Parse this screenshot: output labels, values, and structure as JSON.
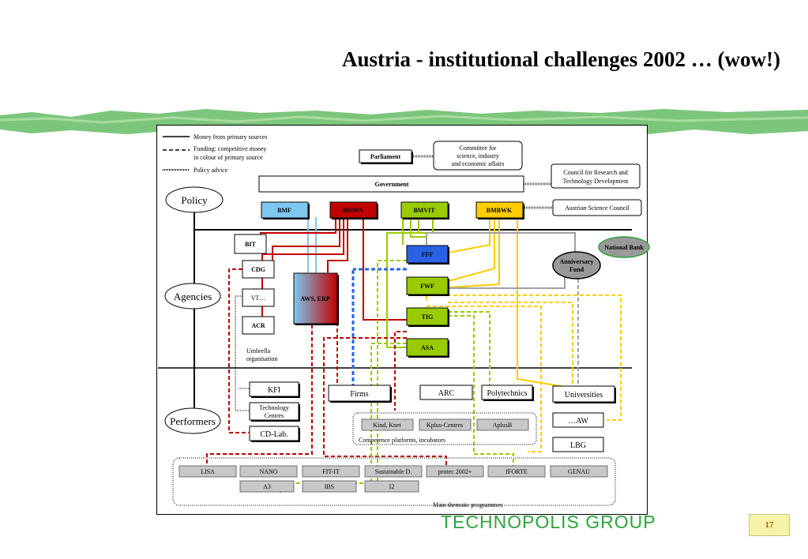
{
  "title": "Austria - institutional challenges 2002 … (wow!)",
  "legend": {
    "money": "Money from primary sources",
    "funding_1": "Funding: competitive money",
    "funding_2": "in colour of primary source",
    "advice": "Policy advice"
  },
  "levels": {
    "policy": "Policy",
    "agencies": "Agencies",
    "performers": "Performers"
  },
  "policy": {
    "parliament": "Parliament",
    "committee": [
      "Committee for",
      "science, industry",
      "and economic affairs"
    ],
    "council": [
      "Council for Research and",
      "Technology Development"
    ],
    "government": "Government",
    "asc": "Austrian Science Council",
    "ministries": [
      {
        "label": "BMF",
        "color": "#7dc8f0"
      },
      {
        "label": "BMWA",
        "color": "#c00000"
      },
      {
        "label": "BMVIT",
        "color": "#99cc00"
      },
      {
        "label": "BMBWK",
        "color": "#ffcc00"
      }
    ]
  },
  "agencies": {
    "bit": "BIT",
    "cdg": "CDG",
    "vt": "VT…",
    "acr": "ACR",
    "aws": "AWS, ERP",
    "fff": "FFF",
    "fwf": "FWF",
    "tig": "TIG",
    "asa": "ASA",
    "national_bank": "National Bank",
    "anniversary": [
      "Anniversary",
      "Fund"
    ],
    "umbrella": [
      "Umbrella",
      "organisation"
    ]
  },
  "performers": {
    "kfi": "KFI",
    "tc": [
      "Technology",
      "Centres"
    ],
    "cdlab": "CD-Lab.",
    "firms": "Firms",
    "arc": "ARC",
    "poly": "Polytechnics",
    "univ": "Universities",
    "aw": "…AW",
    "lbg": "LBG",
    "competence": [
      "Kind, Knet",
      "Kplus-Centres",
      "AplusB"
    ],
    "competence_label": "Competence platforms, incubators",
    "programmes_row1": [
      "LISA",
      "NANO",
      "FIT-IT",
      "Sustainable D.",
      "protec 2002+",
      "fFORTE",
      "GENAU"
    ],
    "programmes_row2": [
      "A3",
      "IBS",
      "I2"
    ],
    "programmes_label": "Main thematic programmes"
  },
  "footer": {
    "brand": "TECHNOPOLIS GROUP",
    "page": "17"
  },
  "colors": {
    "red": "#c00000",
    "green": "#99cc00",
    "yellow": "#ffcc00",
    "blue": "#2a62e6",
    "cyan": "#7dc8f0",
    "grey": "#a0a0a0",
    "brush": "#7cc67c"
  }
}
